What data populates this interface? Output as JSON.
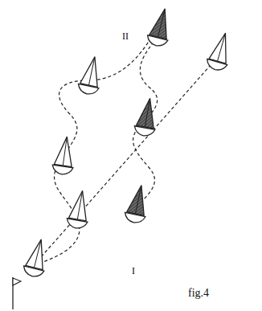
{
  "diagram": {
    "caption": "fig.4",
    "labels": [
      "II",
      "I"
    ]
  }
}
